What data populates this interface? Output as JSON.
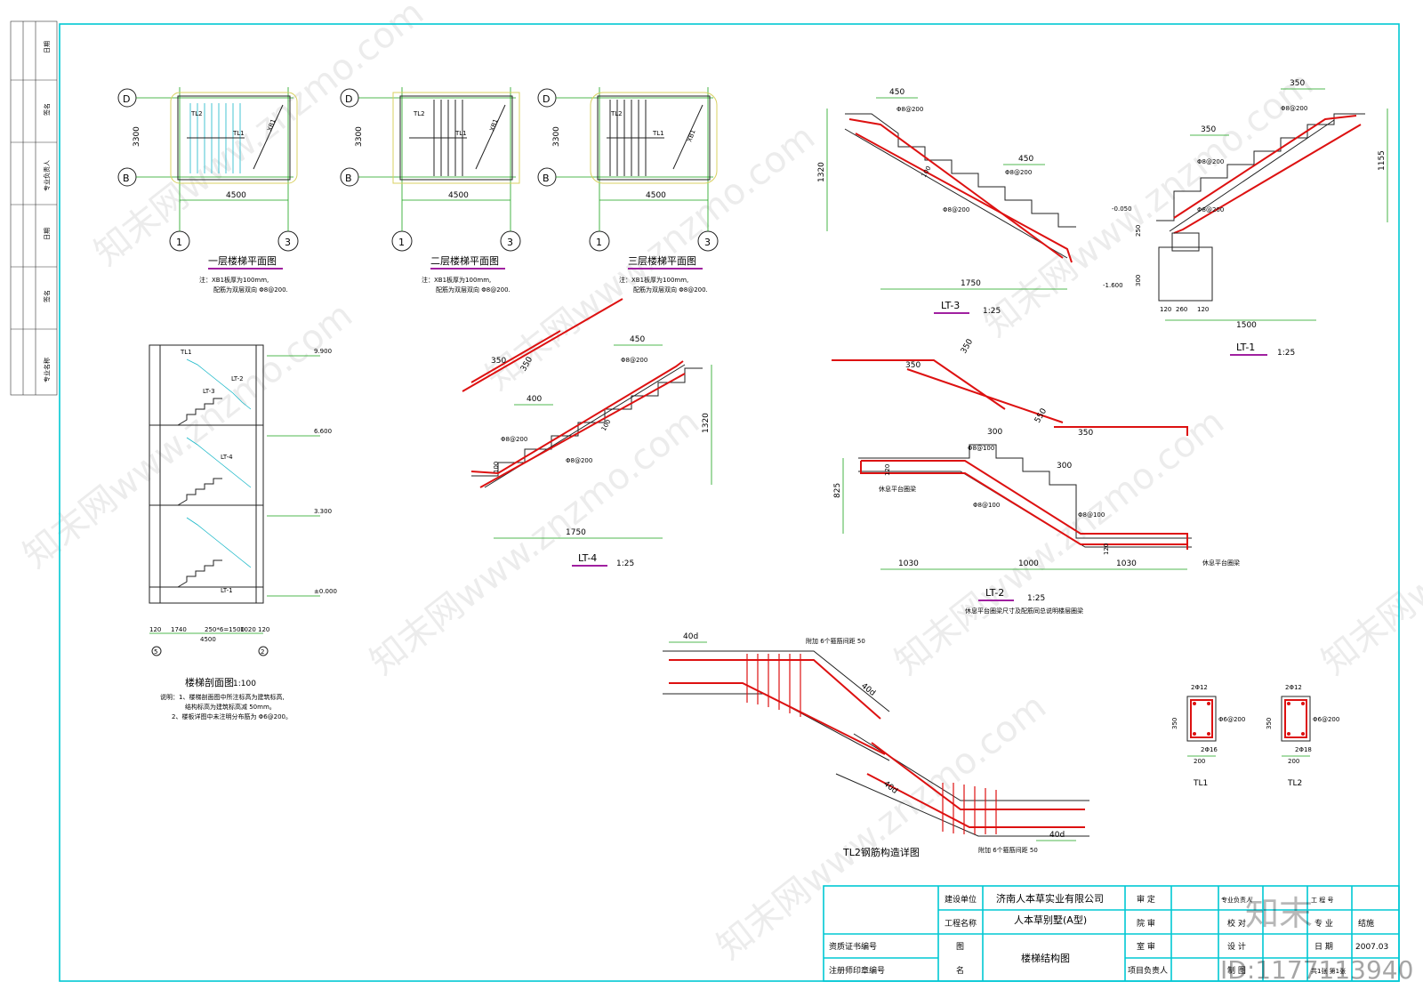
{
  "watermark": {
    "text": "知末网www.znzmo.com",
    "brand": "知末",
    "id_label": "ID:1177113940"
  },
  "title_block": {
    "build_unit_label": "建设单位",
    "build_unit_value": "济南人本草实业有限公司",
    "project_label": "工程名称",
    "project_value": "人本草别墅(A型)",
    "cert_label": "资质证书编号",
    "seal_label": "注册师印章编号",
    "drawing_label_1": "图",
    "drawing_label_2": "名",
    "drawing_value": "楼梯结构图",
    "approve_label": "审 定",
    "review_label": "院 审",
    "room_label": "室 审",
    "leader_label": "项目负责人",
    "discipline_leader": "专业负责人",
    "check_label": "校 对",
    "design_label": "设 计",
    "draw_label": "制 图",
    "work_no_label": "工 程 号",
    "discipline_label": "专 业",
    "discipline_value": "结施",
    "date_label": "日 期",
    "date_value": "2007.03",
    "sheet_value": "共1张 第1张"
  },
  "left_strip": [
    "日期",
    "签名",
    "专业负责人",
    "日期",
    "签名",
    "专业名称"
  ],
  "plans": [
    {
      "title": "一层楼梯平面图",
      "note1": "注：XB1板厚为100mm,",
      "note2": "配筋为双层双向 Φ8@200."
    },
    {
      "title": "二层楼梯平面图",
      "note1": "注：XB1板厚为100mm,",
      "note2": "配筋为双层双向 Φ8@200."
    },
    {
      "title": "三层楼梯平面图",
      "note1": "注：XB1板厚为100mm,",
      "note2": "配筋为双层双向 Φ8@200."
    }
  ],
  "plan_labels": {
    "axis_d": "D",
    "axis_b": "B",
    "axis_1": "1",
    "axis_3": "3",
    "dim_3300": "3300",
    "dim_4500": "4500",
    "tl1": "TL1",
    "tl2": "TL2",
    "xb1": "XB1"
  },
  "section": {
    "title": "楼梯剖面图",
    "scale": "1:100",
    "note1": "说明：1、楼梯剖面图中所注标高为建筑标高,",
    "note2": "结构标高为建筑标高减 50mm。",
    "note3": "2、楼板详图中未注明分布筋为 Φ6@200。",
    "elevations": [
      "9.900",
      "6.600",
      "3.300",
      "±0.000"
    ],
    "bottom_dims": [
      "120",
      "1740",
      "250*6=1500",
      "1020",
      "120",
      "4500"
    ],
    "axes": [
      "5",
      "2"
    ],
    "labels": [
      "TL1",
      "LT-2",
      "LT-3",
      "LT-4",
      "LT-1"
    ]
  },
  "details": {
    "lt3": {
      "name": "LT-3",
      "scale": "1:25",
      "dims": [
        "450",
        "450",
        "1320",
        "1750",
        "100"
      ],
      "rebar": [
        "Φ8@200",
        "Φ8@200",
        "Φ8@200"
      ]
    },
    "lt1": {
      "name": "LT-1",
      "scale": "1:25",
      "dims": [
        "350",
        "350",
        "1155",
        "250",
        "300",
        "120",
        "260",
        "120",
        "1500"
      ],
      "levels": [
        "-0.050",
        "-1.600"
      ],
      "rebar": [
        "Φ8@200",
        "Φ8@200",
        "Φ8@200"
      ]
    },
    "lt4": {
      "name": "LT-4",
      "scale": "1:25",
      "dims": [
        "450",
        "400",
        "1320",
        "1750",
        "350",
        "350",
        "100",
        "100"
      ],
      "rebar": [
        "Φ8@200",
        "Φ8@200",
        "Φ8@200"
      ]
    },
    "lt2": {
      "name": "LT-2",
      "scale": "1:25",
      "dims": [
        "350",
        "350",
        "550",
        "350",
        "300",
        "300",
        "825",
        "1030",
        "1000",
        "1030",
        "120",
        "120"
      ],
      "rebar": [
        "Φ8@100",
        "Φ8@100",
        "Φ8@100"
      ],
      "tags": [
        "休息平台圈梁",
        "休息平台圈梁"
      ],
      "note": "休息平台圈梁尺寸及配筋同总说明楼层圈梁"
    },
    "tl2_detail": {
      "title": "TL2钢筋构造详图",
      "note_top": "附加 6个箍筋间距 50",
      "note_bottom": "附加 6个箍筋间距 50",
      "dims": [
        "40d",
        "40d",
        "40d",
        "40d"
      ]
    },
    "tl1": {
      "name": "TL1",
      "top": "2Φ12",
      "stirrup": "Φ6@200",
      "bottom": "2Φ16",
      "height": "350",
      "width": "200"
    },
    "tl2": {
      "name": "TL2",
      "top": "2Φ12",
      "stirrup": "Φ6@200",
      "bottom": "2Φ18",
      "height": "350",
      "width": "200"
    }
  }
}
